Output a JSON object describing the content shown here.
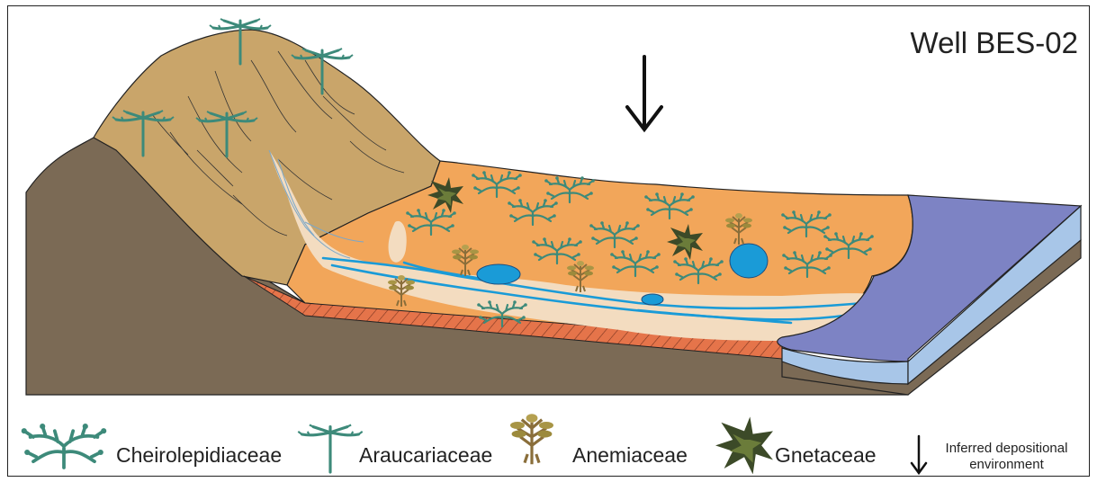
{
  "figure": {
    "title": "Well BES-02"
  },
  "legend": {
    "items": [
      {
        "label": "Cheirolepidiaceae",
        "icon": "cheirolepidiaceae-icon"
      },
      {
        "label": "Araucariaceae",
        "icon": "araucariaceae-icon"
      },
      {
        "label": "Anemiaceae",
        "icon": "anemiaceae-icon"
      },
      {
        "label": "Gnetaceae",
        "icon": "gnetaceae-icon"
      }
    ],
    "arrow_note_line1": "Inferred depositional",
    "arrow_note_line2": "environment"
  },
  "colors": {
    "hill": "#c9a56a",
    "bedrock": "#7b6a55",
    "plain": "#f2a65a",
    "channel_sand": "#f3dcc0",
    "water": "#1a9bd7",
    "sea_top": "#7d83c4",
    "sea_side": "#a8c6e8",
    "conifer": "#3d8a7a",
    "fern": "#8a6e3a",
    "gnetum": "#3c4a28",
    "hatch": "#e5744a"
  }
}
